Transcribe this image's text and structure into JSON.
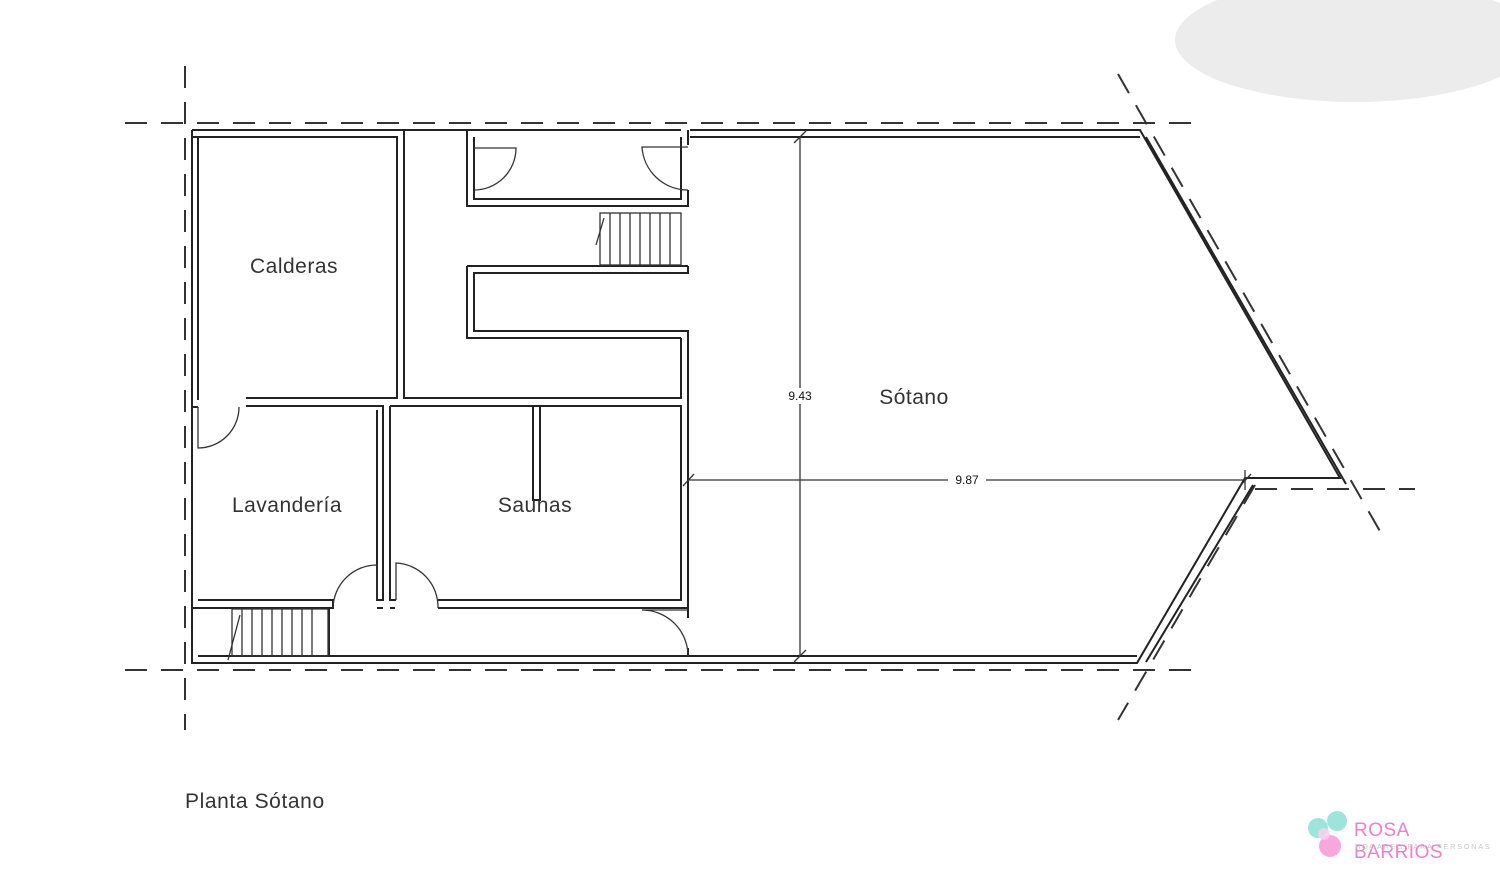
{
  "rooms": {
    "calderas": "Calderas",
    "lavanderia": "Lavandería",
    "saunas": "Saunas",
    "sotano": "Sótano"
  },
  "dimensions": {
    "height": "9.43",
    "width": "9.87"
  },
  "plan_title": "Planta  Sótano",
  "brand": {
    "name": "ROSA BARRIOS",
    "tagline": "HOGARES PARA PERSONAS",
    "name_color": "#f07ec8",
    "accent_colors": [
      "#9fe4dc",
      "#f6a8dc",
      "#fbd0ec"
    ]
  }
}
